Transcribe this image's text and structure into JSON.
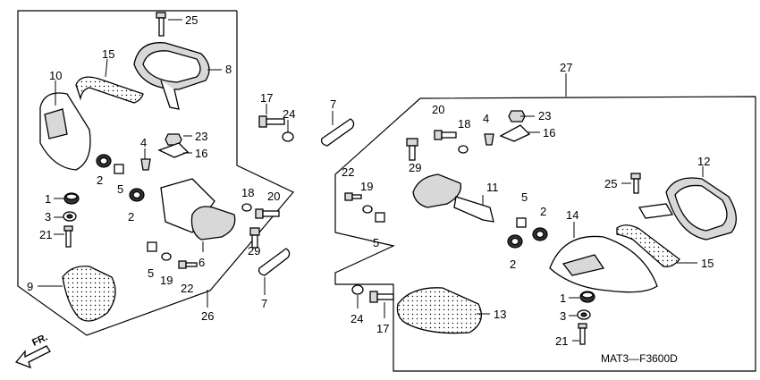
{
  "diagram_code": "MAT3—F3600D",
  "direction_label": "FR.",
  "callouts": {
    "c1": "1",
    "c2": "2",
    "c3": "3",
    "c4": "4",
    "c5": "5",
    "c6": "6",
    "c7": "7",
    "c8": "8",
    "c9": "9",
    "c10": "10",
    "c11": "11",
    "c12": "12",
    "c13": "13",
    "c14": "14",
    "c15": "15",
    "c16": "16",
    "c17": "17",
    "c18": "18",
    "c19": "19",
    "c20": "20",
    "c21": "21",
    "c22": "22",
    "c23": "23",
    "c24": "24",
    "c25": "25",
    "c26": "26",
    "c27": "27",
    "c29": "29"
  }
}
